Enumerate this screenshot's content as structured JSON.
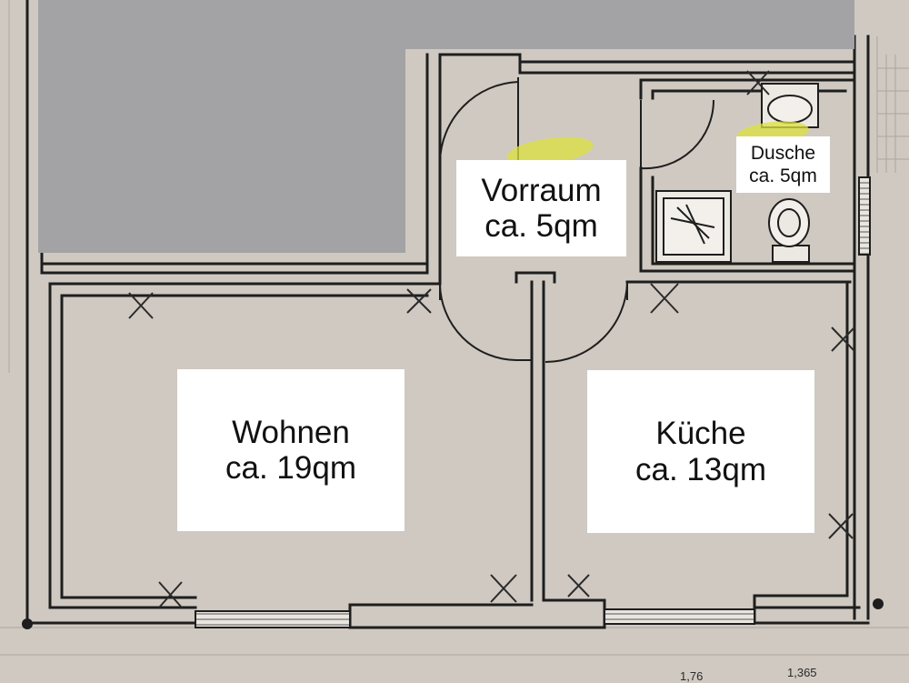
{
  "colors": {
    "paper": "#cfc9c1",
    "wall": "#1e1e1e",
    "redaction": "#a3a3a5",
    "highlight": "#dde23f",
    "label_bg": "#ffffff"
  },
  "rooms": {
    "vorraum": {
      "name": "Vorraum",
      "area": "ca. 5qm"
    },
    "dusche": {
      "name": "Dusche",
      "area": "ca. 5qm"
    },
    "wohnen": {
      "name": "Wohnen",
      "area": "ca. 19qm"
    },
    "kueche": {
      "name": "Küche",
      "area": "ca. 13qm"
    }
  },
  "dimensions": {
    "bottom_1": "1,76",
    "bottom_2": "1,365"
  }
}
